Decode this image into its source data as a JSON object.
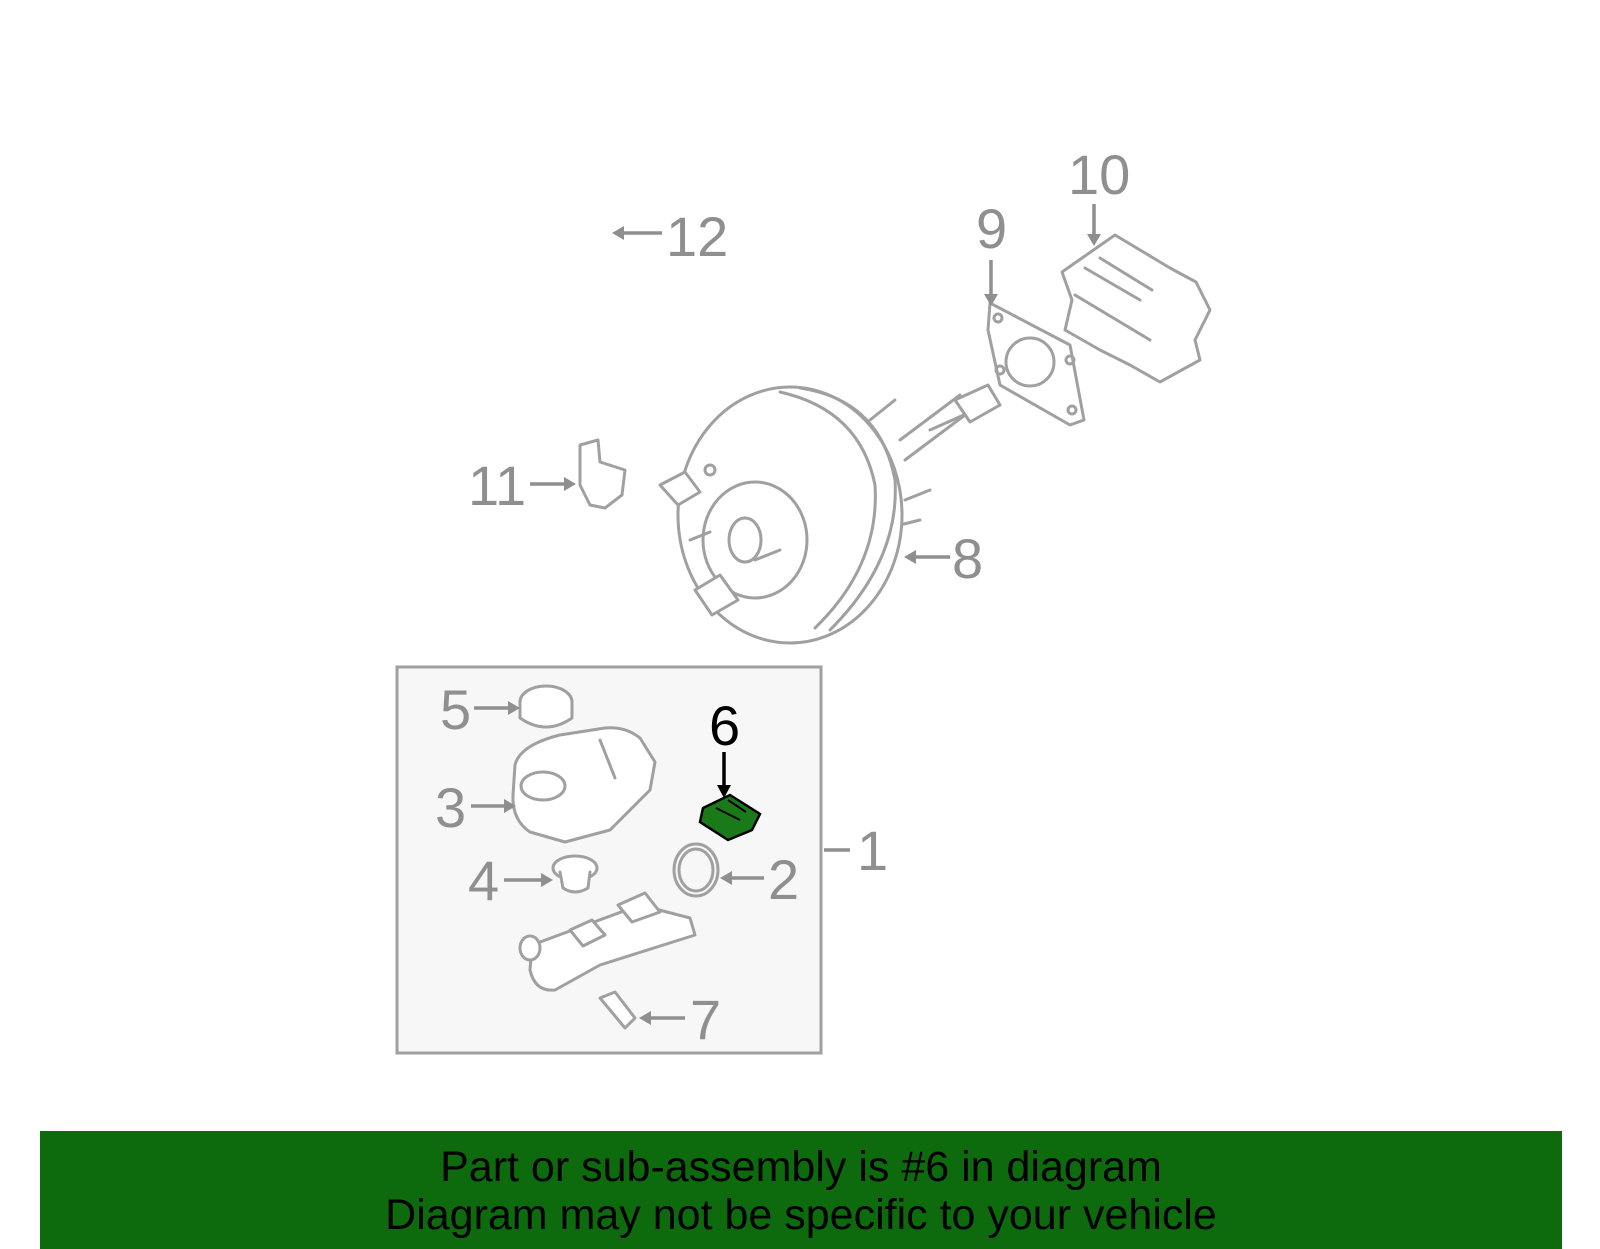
{
  "callouts": {
    "c1": "1",
    "c2": "2",
    "c3": "3",
    "c4": "4",
    "c5": "5",
    "c6": "6",
    "c7": "7",
    "c8": "8",
    "c9": "9",
    "c10": "10",
    "c11": "11",
    "c12": "12"
  },
  "highlight": {
    "part": "6",
    "color": "#1a7a1a"
  },
  "banner": {
    "line1": "Part or sub-assembly is #6 in diagram",
    "line2": "Diagram may not be specific to your vehicle",
    "background": "#0d6b0d"
  }
}
